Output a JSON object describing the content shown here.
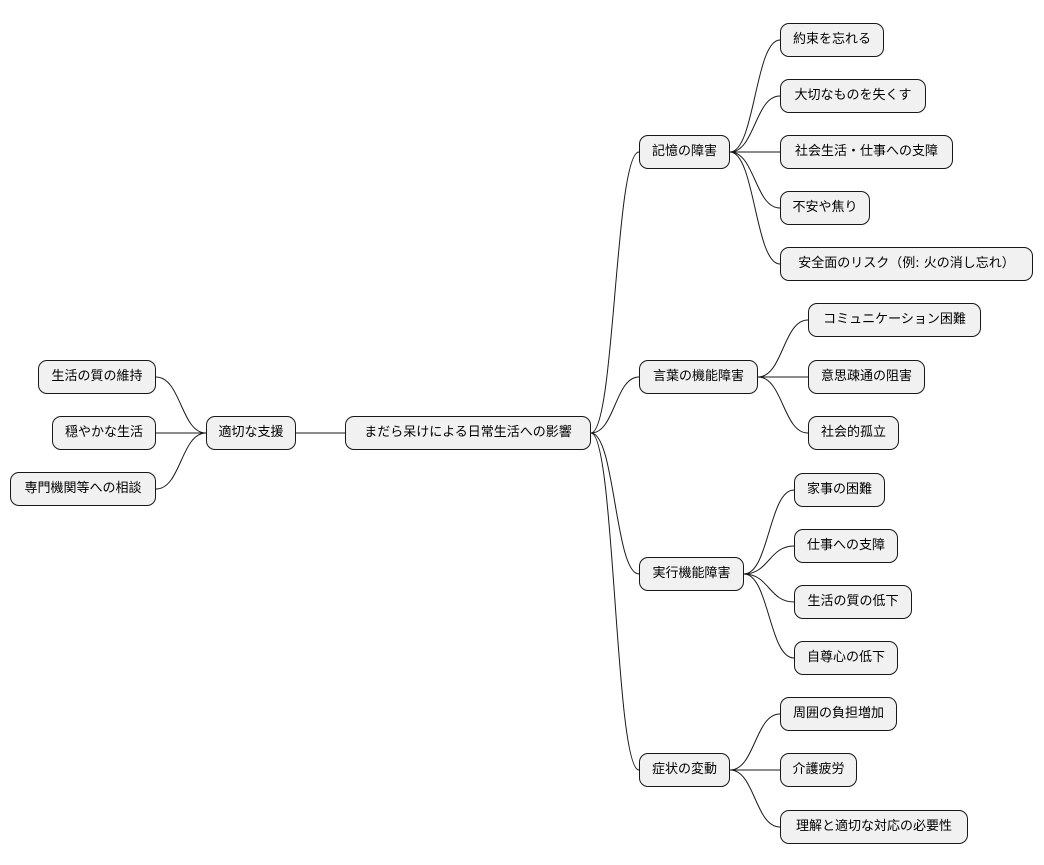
{
  "mindmap": {
    "root": "まだら呆けによる日常生活への影響",
    "right": [
      {
        "label": "記憶の障害",
        "children": [
          "約束を忘れる",
          "大切なものを失くす",
          "社会生活・仕事への支障",
          "不安や焦り",
          "安全面のリスク（例: 火の消し忘れ）"
        ]
      },
      {
        "label": "言葉の機能障害",
        "children": [
          "コミュニケーション困難",
          "意思疎通の阻害",
          "社会的孤立"
        ]
      },
      {
        "label": "実行機能障害",
        "children": [
          "家事の困難",
          "仕事への支障",
          "生活の質の低下",
          "自尊心の低下"
        ]
      },
      {
        "label": "症状の変動",
        "children": [
          "周囲の負担増加",
          "介護疲労",
          "理解と適切な対応の必要性"
        ]
      }
    ],
    "left": [
      {
        "label": "適切な支援",
        "children": [
          "生活の質の維持",
          "穏やかな生活",
          "専門機関等への相談"
        ]
      }
    ]
  }
}
